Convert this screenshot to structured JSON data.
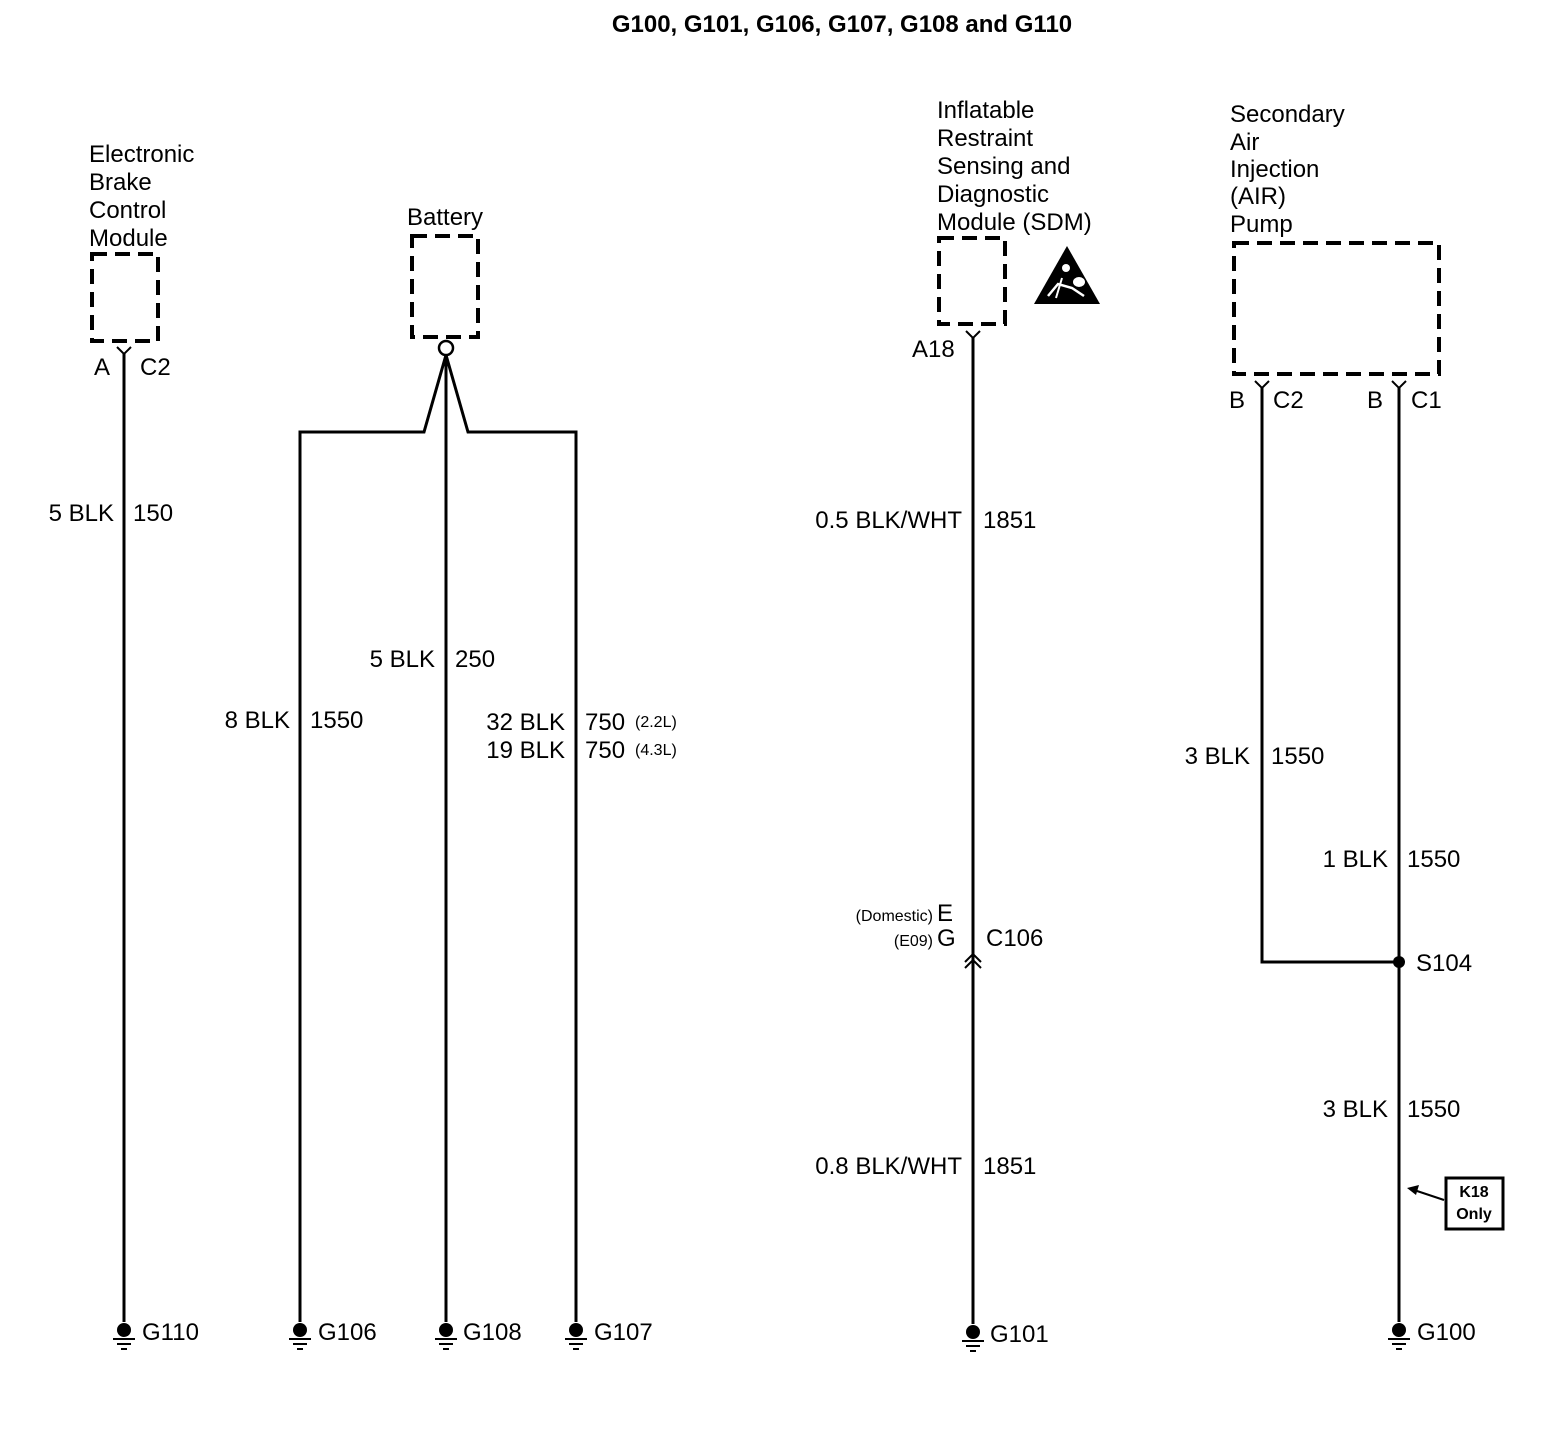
{
  "title": "G100, G101, G106, G107, G108 and G110",
  "components": {
    "ebcm": [
      "Electronic",
      "Brake",
      "Control",
      "Module"
    ],
    "battery": "Battery",
    "sdm": [
      "Inflatable",
      "Restraint",
      "Sensing and",
      "Diagnostic",
      "Module (SDM)"
    ],
    "air_pump": [
      "Secondary",
      "Air",
      "Injection",
      "(AIR)",
      "Pump"
    ]
  },
  "pins": {
    "ebcm_pin": "A",
    "ebcm_conn": "C2",
    "sdm_pin": "A18",
    "air_c2_pin": "B",
    "air_c2_conn": "C2",
    "air_c1_pin": "B",
    "air_c1_conn": "C1"
  },
  "wires": {
    "w150": {
      "gauge": "5 BLK",
      "circuit": "150"
    },
    "w1550_bat": {
      "gauge": "8 BLK",
      "circuit": "1550"
    },
    "w250": {
      "gauge": "5 BLK",
      "circuit": "250"
    },
    "w750_a": {
      "gauge": "32 BLK",
      "circuit": "750",
      "note": "(2.2L)"
    },
    "w750_b": {
      "gauge": "19 BLK",
      "circuit": "750",
      "note": "(4.3L)"
    },
    "w1851_a": {
      "gauge": "0.5 BLK/WHT",
      "circuit": "1851"
    },
    "w1851_b": {
      "gauge": "0.8 BLK/WHT",
      "circuit": "1851"
    },
    "w1550_c2": {
      "gauge": "3 BLK",
      "circuit": "1550"
    },
    "w1550_c1": {
      "gauge": "1 BLK",
      "circuit": "1550"
    },
    "w1550_g100": {
      "gauge": "3 BLK",
      "circuit": "1550"
    }
  },
  "connector_c106": {
    "name": "C106",
    "domestic_note": "(Domestic)",
    "domestic_pin": "E",
    "e09_note": "(E09)",
    "e09_pin": "G"
  },
  "splice": "S104",
  "option_box": [
    "K18",
    "Only"
  ],
  "grounds": [
    "G110",
    "G106",
    "G108",
    "G107",
    "G101",
    "G100"
  ]
}
